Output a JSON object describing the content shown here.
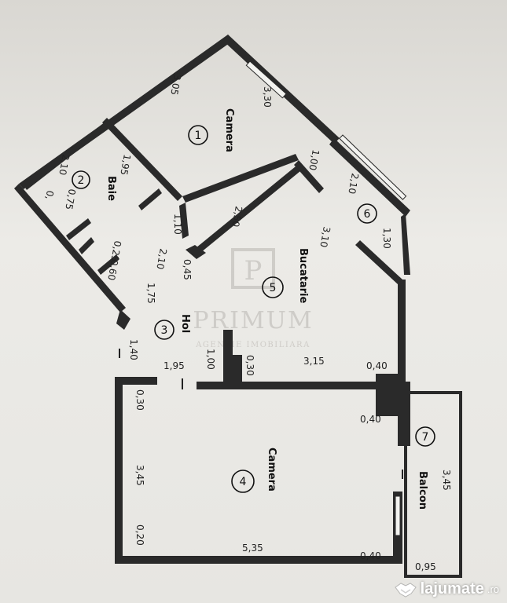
{
  "watermark": {
    "brand": "PRIMUM",
    "tagline": "AGENTIE IMOBILIARA"
  },
  "site_logo": {
    "name": "lajumate",
    "tld": ".ro",
    "icon": "handshake-icon"
  },
  "rooms": [
    {
      "number": "1",
      "name": "Camera"
    },
    {
      "number": "2",
      "name": "Baie"
    },
    {
      "number": "3",
      "name": "Hol"
    },
    {
      "number": "4",
      "name": "Camera"
    },
    {
      "number": "5",
      "name": "Bucatarie"
    },
    {
      "number": "6",
      "name": ""
    },
    {
      "number": "7",
      "name": "Balcon"
    }
  ],
  "dimensions": {
    "d305": "3,05",
    "d330": "3,30",
    "d195a": "1,95",
    "d210a": "2,10",
    "d075": "0,75",
    "d110": "1,10",
    "d250": "2,50",
    "d100a": "1,00",
    "d210b": "2,10",
    "d130": "1,30",
    "d310": "3,10",
    "d025": "0,25",
    "d060": "0,60",
    "d210c": "2,10",
    "d045": "0,45",
    "d175": "1,75",
    "d140": "1,40",
    "d195b": "1,95",
    "d100b": "1,00",
    "d030a": "0,30",
    "d315": "3,15",
    "d040a": "0,40",
    "d030b": "0,30",
    "d040b": "0,40",
    "d345a": "3,45",
    "d345b": "3,45",
    "d020": "0,20",
    "d535": "5,35",
    "d040c": "0,40",
    "d095": "0,95"
  }
}
